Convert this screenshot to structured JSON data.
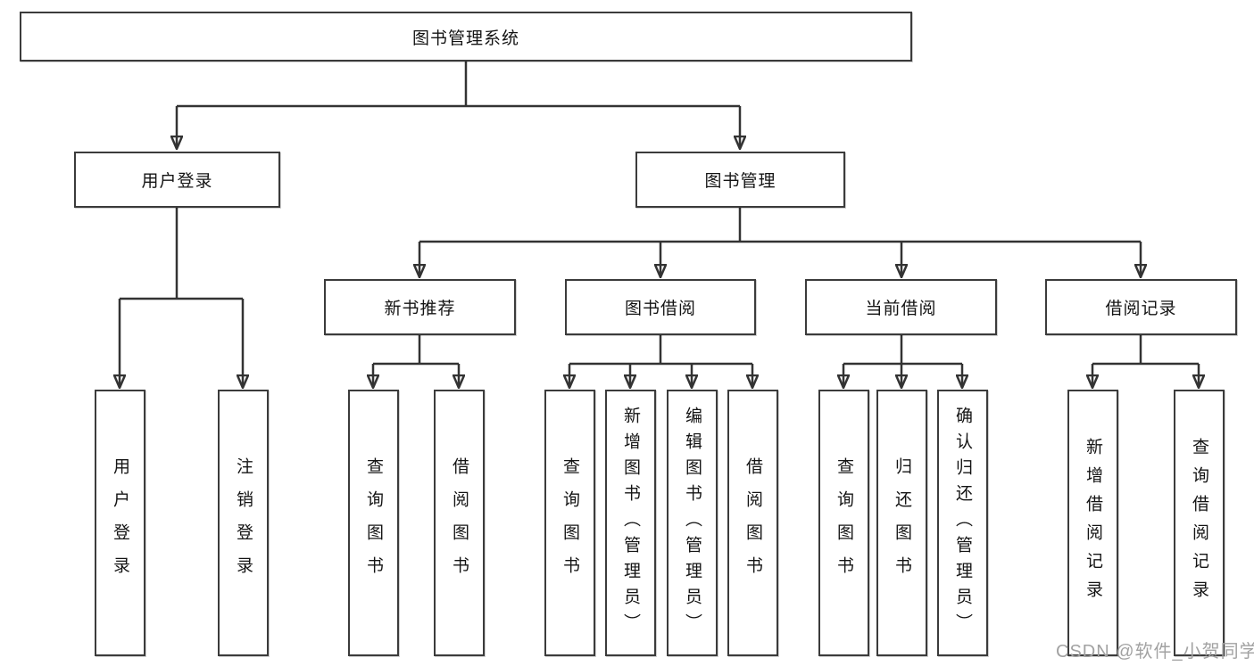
{
  "tree": {
    "label": "图书管理系统",
    "children": [
      {
        "label": "用户登录",
        "children": [
          {
            "label": "用户登录"
          },
          {
            "label": "注销登录"
          }
        ]
      },
      {
        "label": "图书管理",
        "children": [
          {
            "label": "新书推荐",
            "children": [
              {
                "label": "查询图书"
              },
              {
                "label": "借阅图书"
              }
            ]
          },
          {
            "label": "图书借阅",
            "children": [
              {
                "label": "查询图书"
              },
              {
                "label": "新增图书（管理员）"
              },
              {
                "label": "编辑图书（管理员）"
              },
              {
                "label": "借阅图书"
              }
            ]
          },
          {
            "label": "当前借阅",
            "children": [
              {
                "label": "查询图书"
              },
              {
                "label": "归还图书"
              },
              {
                "label": "确认归还（管理员）"
              }
            ]
          },
          {
            "label": "借阅记录",
            "children": [
              {
                "label": "新增借阅记录"
              },
              {
                "label": "查询借阅记录"
              }
            ]
          }
        ]
      }
    ]
  },
  "watermark": {
    "text": "CSDN @软件_小贺同学"
  },
  "colors": {
    "line": "#333333",
    "box_border": "#3b3b3b",
    "text": "#141414",
    "watermark": "#a2a2a2",
    "background": "#ffffff"
  }
}
